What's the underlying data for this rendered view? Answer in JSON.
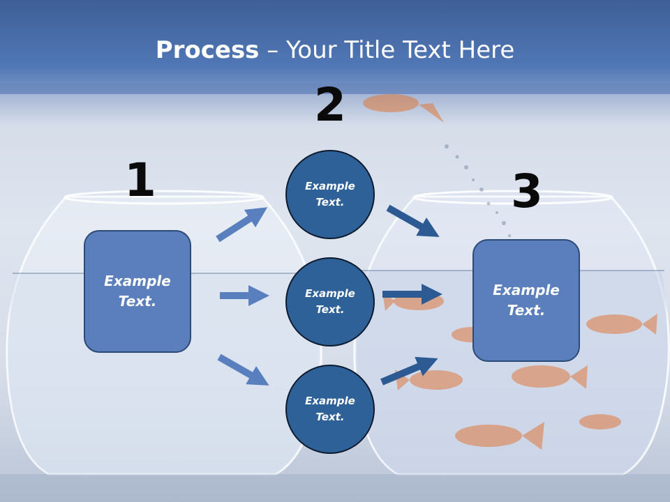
{
  "title": {
    "bold": "Process",
    "rest": " – Your Title Text Here"
  },
  "steps": {
    "one": "1",
    "two": "2",
    "three": "3"
  },
  "boxes": {
    "left": "Example Text.",
    "right": "Example Text."
  },
  "circles": {
    "top": "Example Text.",
    "middle": "Example Text.",
    "bottom": "Example Text."
  },
  "colors": {
    "header": "#4a6fad",
    "box": "#5b7fbd",
    "circle": "#2f6199",
    "arrow_light": "#5a7fbf",
    "arrow_dark": "#2d5a92"
  }
}
